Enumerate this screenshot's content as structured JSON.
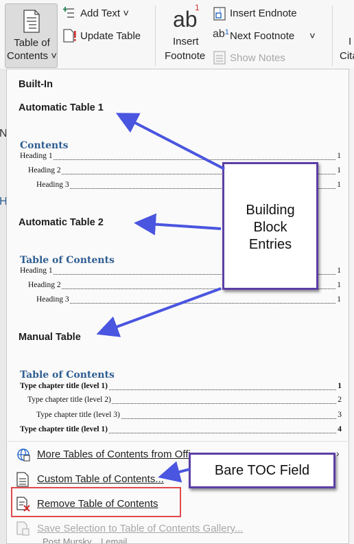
{
  "ribbon": {
    "toc_button": {
      "line1": "Table of",
      "line2": "Contents ˅"
    },
    "add_text": "Add Text ˅",
    "update_table": "Update Table",
    "insert_footnote": {
      "glyph": "ab",
      "superscript": "1",
      "line1": "Insert",
      "line2": "Footnote"
    },
    "insert_endnote": "Insert Endnote",
    "next_footnote": "Next Footnote",
    "next_footnote_chevron": "˅",
    "show_notes": "Show Notes",
    "partial_right": {
      "line1": "I",
      "line2": "Cita"
    }
  },
  "left_strip": {
    "chars": [
      "N",
      "H"
    ]
  },
  "gallery": {
    "section_header": "Built-In",
    "entries": [
      {
        "name": "Automatic Table 1",
        "preview_heading": "Contents",
        "lines": [
          {
            "text": "Heading 1",
            "page": "1"
          },
          {
            "text": "Heading 2",
            "page": "1"
          },
          {
            "text": "Heading 3",
            "page": "1"
          }
        ]
      },
      {
        "name": "Automatic Table 2",
        "preview_heading": "Table of Contents",
        "lines": [
          {
            "text": "Heading 1",
            "page": "1"
          },
          {
            "text": "Heading 2",
            "page": "1"
          },
          {
            "text": "Heading 3",
            "page": "1"
          }
        ]
      },
      {
        "name": "Manual Table",
        "preview_heading": "Table of Contents",
        "lines": [
          {
            "text": "Type chapter title (level 1)",
            "page": "1"
          },
          {
            "text": "Type chapter title (level 2)",
            "page": "2"
          },
          {
            "text": "Type chapter title (level 3)",
            "page": "3"
          },
          {
            "text": "Type chapter title (level 1)",
            "page": "4"
          }
        ]
      }
    ],
    "commands": {
      "more_tables": "More Tables of Contents from Offi",
      "custom_toc": "Custom Table of Contents...",
      "remove_toc": "Remove Table of Contents",
      "save_selection": "Save Selection to Table of Contents Gallery..."
    },
    "bottom_partial_text": "Post Mursky... Lemail"
  },
  "callouts": {
    "building_block": {
      "line1": "Building",
      "line2": "Block",
      "line3": "Entries"
    },
    "bare_toc": "Bare TOC Field"
  },
  "colors": {
    "accent_purple": "#5c3fa6",
    "arrow_blue": "#4a55e0",
    "toc_heading_blue": "#2e5d91",
    "highlight_red": "#e0494a"
  }
}
